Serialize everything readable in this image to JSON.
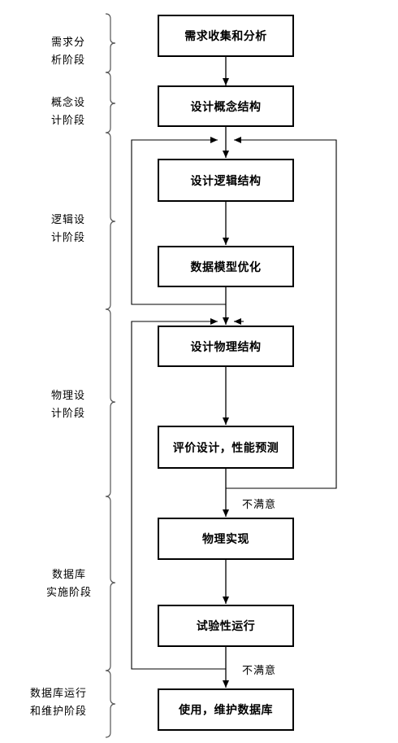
{
  "stages": [
    {
      "label": "需求分\n析阶段"
    },
    {
      "label": "概念设\n计阶段"
    },
    {
      "label": "逻辑设\n计阶段"
    },
    {
      "label": "物理设\n计阶段"
    },
    {
      "label": "数据库\n实施阶段"
    },
    {
      "label": "数据库运行\n和维护阶段"
    }
  ],
  "steps": [
    {
      "label": "需求收集和分析"
    },
    {
      "label": "设计概念结构"
    },
    {
      "label": "设计逻辑结构"
    },
    {
      "label": "数据模型优化"
    },
    {
      "label": "设计物理结构"
    },
    {
      "label": "评价设计，性能预测"
    },
    {
      "label": "物理实现"
    },
    {
      "label": "试验性运行"
    },
    {
      "label": "使用，维护数据库"
    }
  ],
  "feedback_notes": [
    {
      "label": "不满意"
    },
    {
      "label": "不满意"
    }
  ]
}
